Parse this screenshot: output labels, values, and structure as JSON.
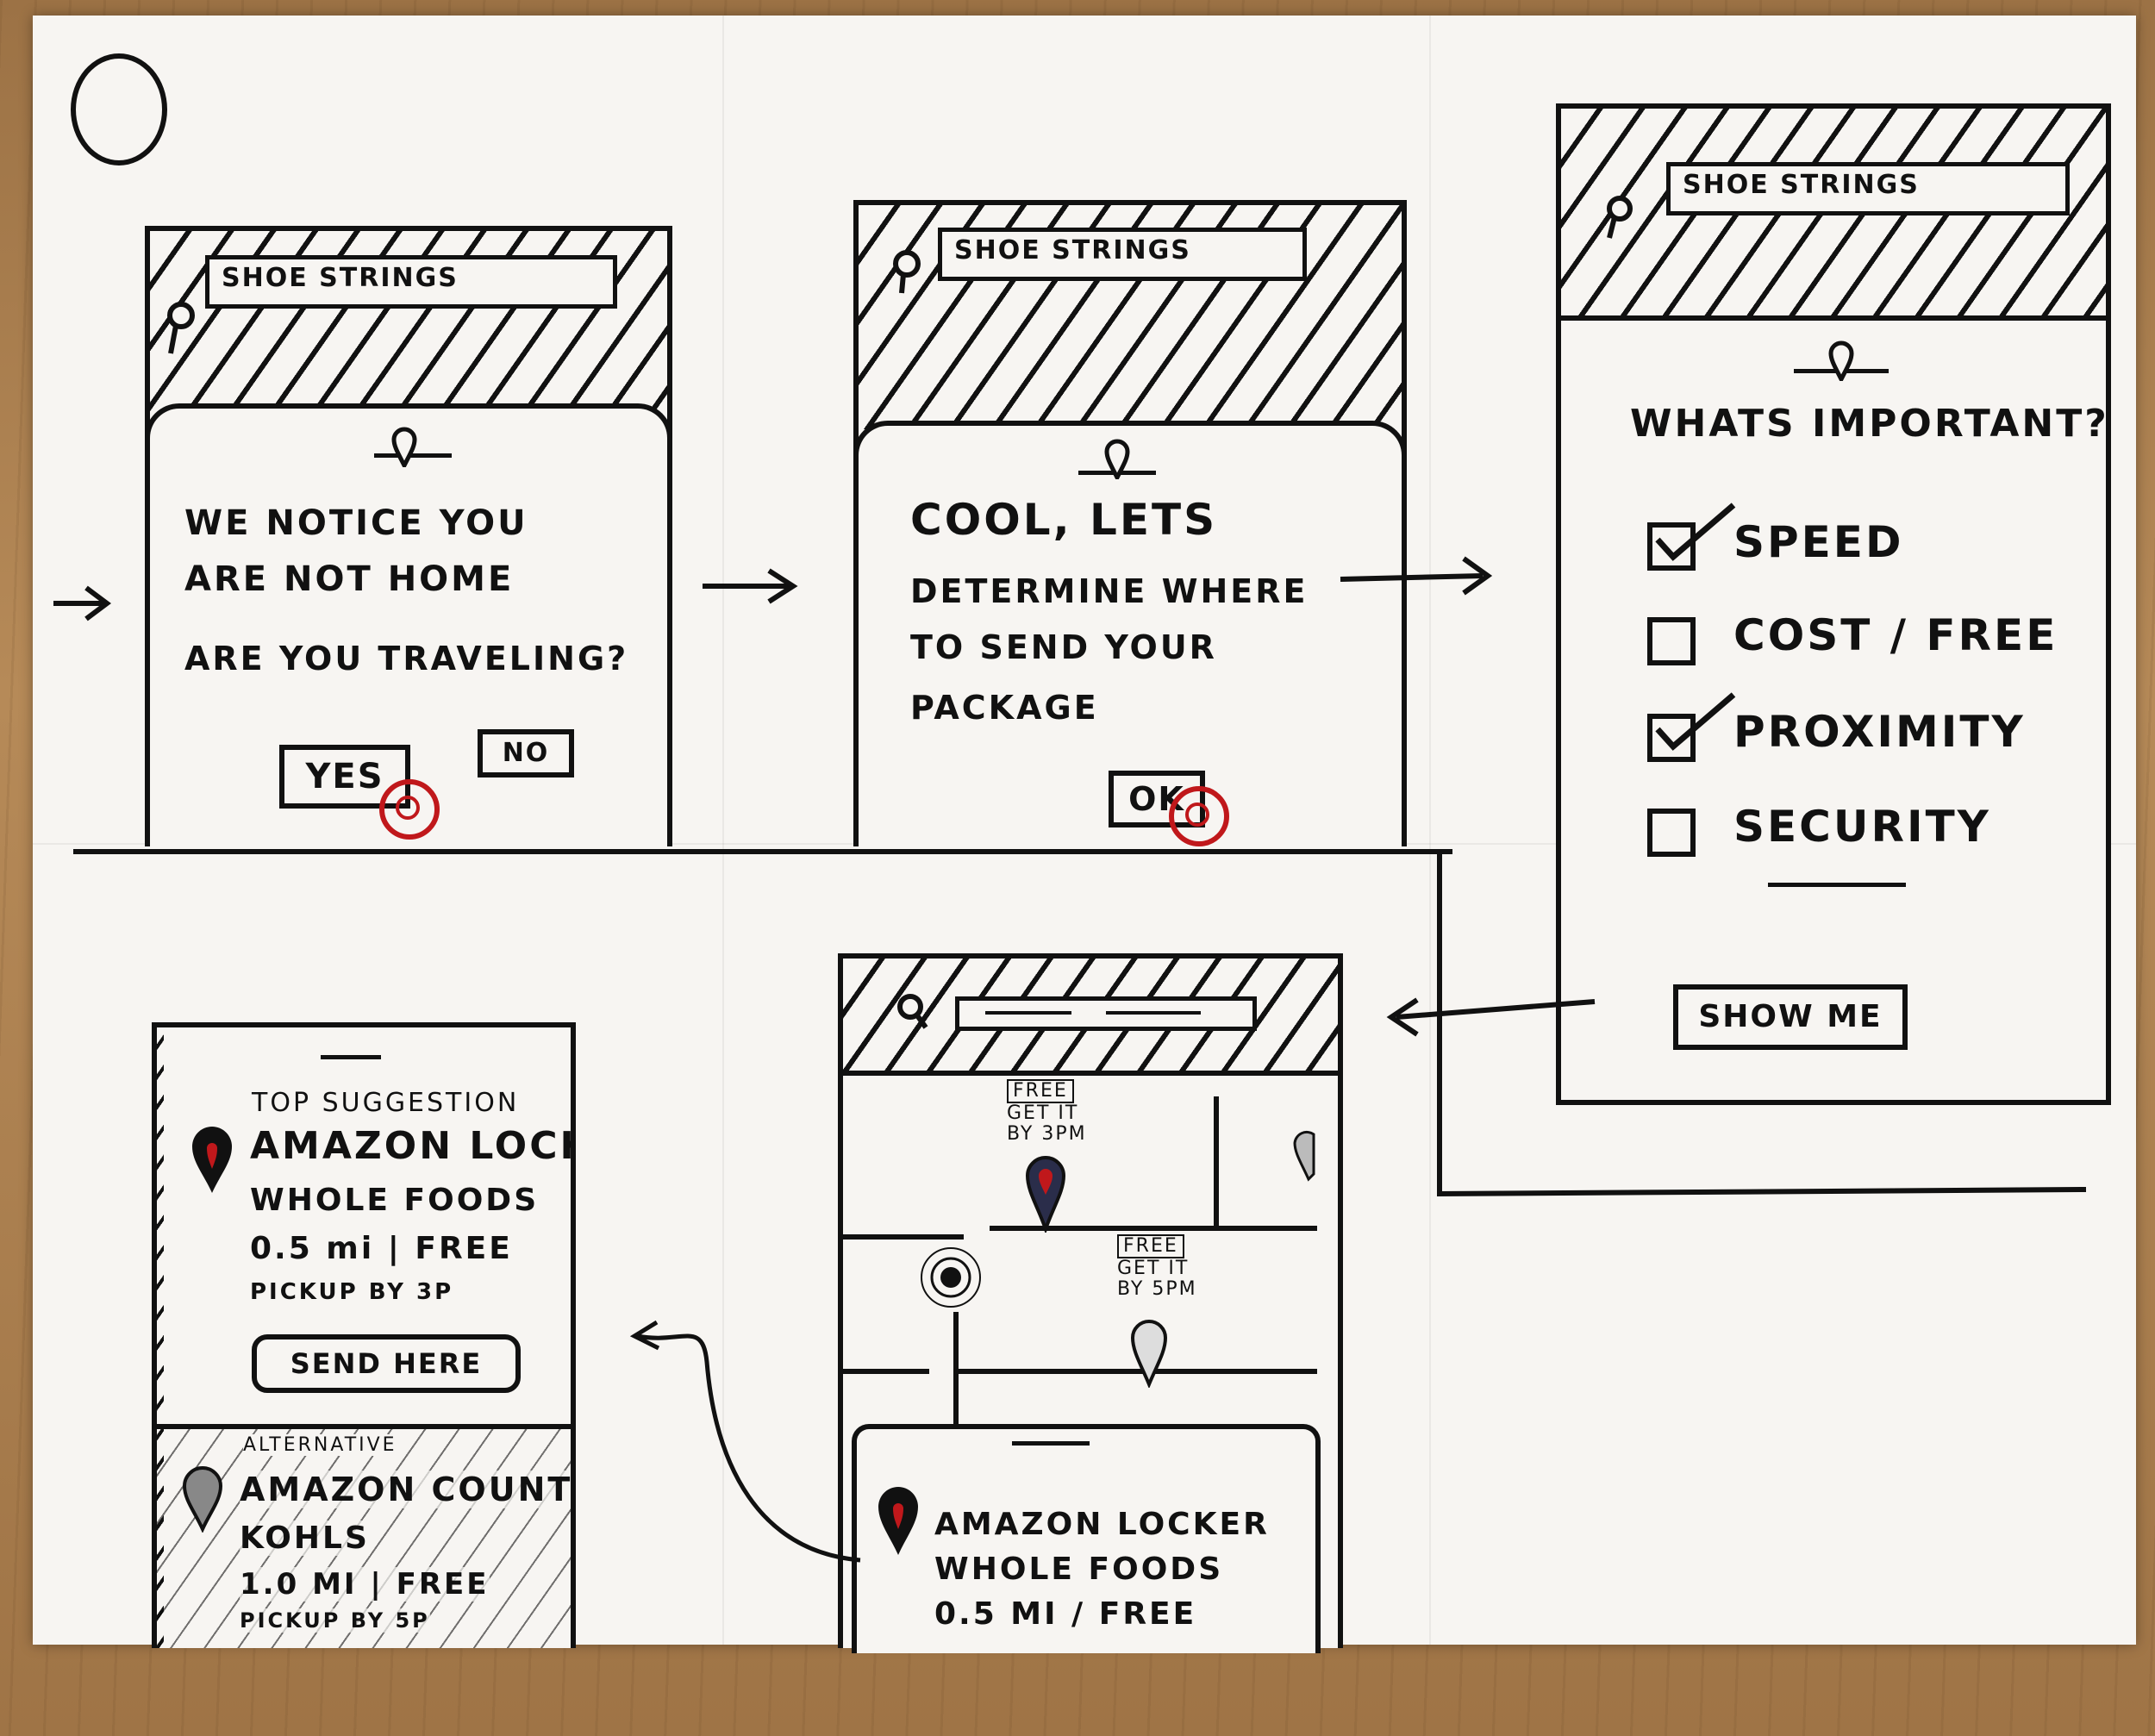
{
  "step_label": "0",
  "panels": {
    "p1": {
      "search_text": "SHOE STRINGS",
      "line1": "WE NOTICE YOU",
      "line2": "ARE NOT HOME",
      "line3": "ARE YOU TRAVELING?",
      "yes_label": "YES",
      "no_label": "NO"
    },
    "p2": {
      "search_text": "SHOE STRINGS",
      "line1": "COOL, LETS",
      "line2": "DETERMINE WHERE",
      "line3": "TO SEND YOUR",
      "line4": "PACKAGE",
      "ok_label": "OK"
    },
    "p3": {
      "search_text": "SHOE STRINGS",
      "question": "WHATS IMPORTANT?",
      "options": [
        {
          "label": "SPEED",
          "checked": true
        },
        {
          "label": "COST / FREE",
          "checked": false
        },
        {
          "label": "PROXIMITY",
          "checked": true
        },
        {
          "label": "SECURITY",
          "checked": false
        }
      ],
      "show_me_label": "SHOW ME"
    },
    "p4": {
      "marker1_tag": "FREE",
      "marker1_l1": "GET IT",
      "marker1_l2": "BY 3PM",
      "marker2_tag": "FREE",
      "marker2_l1": "GET IT",
      "marker2_l2": "BY 5PM",
      "card_title": "AMAZON LOCKER",
      "card_place": "WHOLE FOODS",
      "card_meta": "0.5 MI / FREE"
    },
    "p5": {
      "top_label": "TOP SUGGESTION",
      "top_title": "AMAZON LOCKER",
      "top_place": "WHOLE FOODS",
      "top_meta": "0.5 mi | FREE",
      "top_pickup": "PICKUP BY 3P",
      "send_label": "SEND HERE",
      "alt_label": "ALTERNATIVE",
      "alt_title": "AMAZON COUNTER",
      "alt_place": "KOHLS",
      "alt_meta": "1.0 MI | FREE",
      "alt_pickup": "PICKUP BY 5P"
    }
  },
  "colors": {
    "ink": "#111111",
    "accent": "#c0181b",
    "paper": "#f7f5f2"
  }
}
